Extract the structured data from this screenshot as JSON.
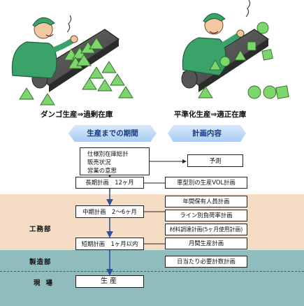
{
  "scenes": {
    "left_caption": "ダンゴ生産⇒過剰在庫",
    "right_caption": "平準化生産⇒適正在庫"
  },
  "headers": {
    "left": "生産までの期間",
    "right": "計画内容"
  },
  "inputs": {
    "line1": "仕様別在庫総計",
    "line2": "販売状況",
    "line3": "営業の意思"
  },
  "outputs": {
    "forecast": "予測",
    "vehicle_vol": "車型別の生産VOL計画",
    "annual_staff": "年間保有人員計画",
    "line_load": "ライン別負荷率計画",
    "material": "材料調達計画(5ヶ月使用計画)",
    "monthly": "月間生産計画",
    "daily": "日当たり必要計数計画"
  },
  "plans": {
    "long_term": "長期計画　12ヶ月",
    "mid_term": "中期計画　2〜6ヶ月",
    "short_term": "短期計画　1ヶ月以内",
    "production": "生産"
  },
  "zones": {
    "engineering": "工務部",
    "manufacturing": "製造部",
    "shop_floor": "現場"
  },
  "colors": {
    "engineering_band": "#f5dcc4",
    "manufacturing_band": "#8fbcbc",
    "header_fill": "#b8d6f5",
    "arrow": "#2e4fa0",
    "worker": "#3aa36a",
    "product": "#7dd66b"
  }
}
